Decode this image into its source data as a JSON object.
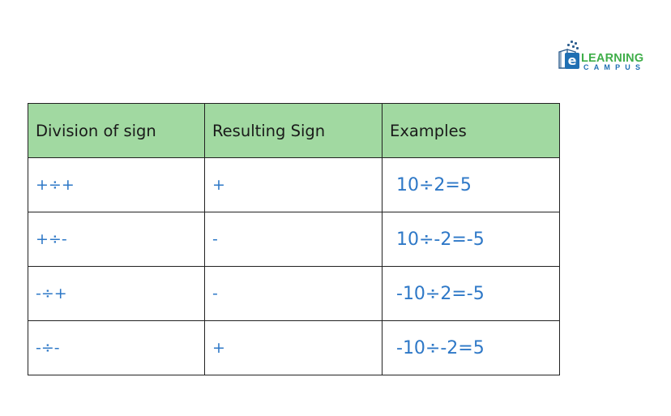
{
  "logo": {
    "badge_letter": "e",
    "word_top": "LEARNING",
    "word_bottom": "CAMPUS",
    "colors": {
      "green": "#3fae49",
      "blue": "#1f6fb3"
    }
  },
  "table": {
    "headers": [
      "Division of sign",
      "Resulting Sign",
      "Examples"
    ],
    "rows": [
      {
        "division": "+÷+",
        "result": "+",
        "example": "10÷2=5"
      },
      {
        "division": "+÷-",
        "result": "-",
        "example": "10÷-2=-5"
      },
      {
        "division": "-÷+",
        "result": "-",
        "example": "-10÷2=-5"
      },
      {
        "division": "-÷-",
        "result": "+",
        "example": "-10÷-2=5"
      }
    ],
    "colors": {
      "header_bg": "#a1d9a1",
      "cell_text": "#2e78c7",
      "border": "#222222"
    }
  }
}
